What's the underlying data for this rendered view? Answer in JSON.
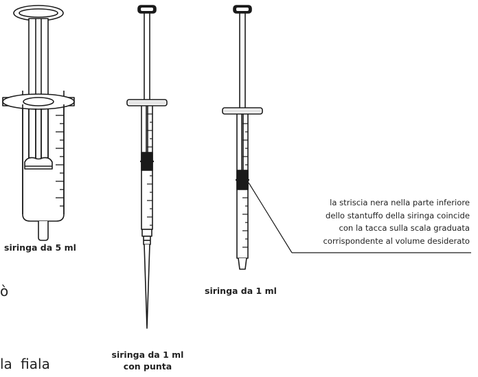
{
  "labels": {
    "syringe_5ml": "siringa da 5 ml",
    "syringe_1ml": "siringa da 1 ml",
    "syringe_1ml_tip_line1": "siringa da 1 ml",
    "syringe_1ml_tip_line2": "con punta"
  },
  "callout": {
    "lines": [
      "la striscia nera nella parte inferiore",
      "dello stantuffo della siringa coincide",
      "con la tacca sulla scala graduata",
      "corrispondente al volume desiderato"
    ]
  },
  "page_fragments": {
    "fragment_1": "ò",
    "fragment_2": "la  fiala"
  },
  "colors": {
    "line": "#1a1a1a",
    "plunger_band": "#1a1a1a",
    "background": "#ffffff"
  }
}
